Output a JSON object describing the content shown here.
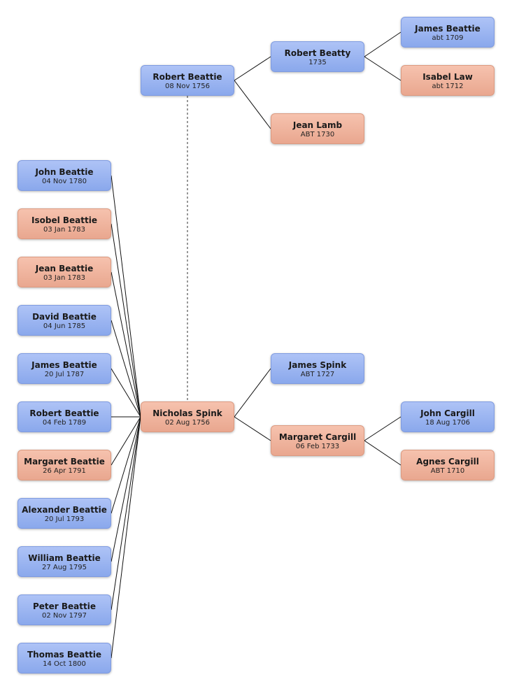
{
  "colors": {
    "male": "#9bb4f0",
    "female": "#f0b49f",
    "line": "#111111"
  },
  "people": {
    "robert_beattie_1756": {
      "name": "Robert Beattie",
      "date": "08 Nov 1756",
      "gender": "male"
    },
    "nicholas_spink": {
      "name": "Nicholas Spink",
      "date": "02 Aug 1756",
      "gender": "female"
    },
    "robert_beatty": {
      "name": "Robert Beatty",
      "date": "1735",
      "gender": "male"
    },
    "jean_lamb": {
      "name": "Jean Lamb",
      "date": "ABT 1730",
      "gender": "female"
    },
    "james_beattie_1709": {
      "name": "James Beattie",
      "date": "abt 1709",
      "gender": "male"
    },
    "isabel_law": {
      "name": "Isabel Law",
      "date": "abt 1712",
      "gender": "female"
    },
    "james_spink": {
      "name": "James Spink",
      "date": "ABT 1727",
      "gender": "male"
    },
    "margaret_cargill": {
      "name": "Margaret Cargill",
      "date": "06 Feb 1733",
      "gender": "female"
    },
    "john_cargill": {
      "name": "John Cargill",
      "date": "18 Aug 1706",
      "gender": "male"
    },
    "agnes_cargill": {
      "name": "Agnes Cargill",
      "date": "ABT 1710",
      "gender": "female"
    }
  },
  "children": [
    {
      "name": "John Beattie",
      "date": "04 Nov 1780",
      "gender": "male"
    },
    {
      "name": "Isobel Beattie",
      "date": "03 Jan 1783",
      "gender": "female"
    },
    {
      "name": "Jean Beattie",
      "date": "03 Jan 1783",
      "gender": "female"
    },
    {
      "name": "David Beattie",
      "date": "04 Jun 1785",
      "gender": "male"
    },
    {
      "name": "James Beattie",
      "date": "20 Jul 1787",
      "gender": "male"
    },
    {
      "name": "Robert Beattie",
      "date": "04 Feb 1789",
      "gender": "male"
    },
    {
      "name": "Margaret Beattie",
      "date": "26 Apr 1791",
      "gender": "female"
    },
    {
      "name": "Alexander Beattie",
      "date": "20 Jul 1793",
      "gender": "male"
    },
    {
      "name": "William Beattie",
      "date": "27 Aug 1795",
      "gender": "male"
    },
    {
      "name": "Peter Beattie",
      "date": "02 Nov 1797",
      "gender": "male"
    },
    {
      "name": "Thomas Beattie",
      "date": "14 Oct 1800",
      "gender": "male"
    }
  ]
}
